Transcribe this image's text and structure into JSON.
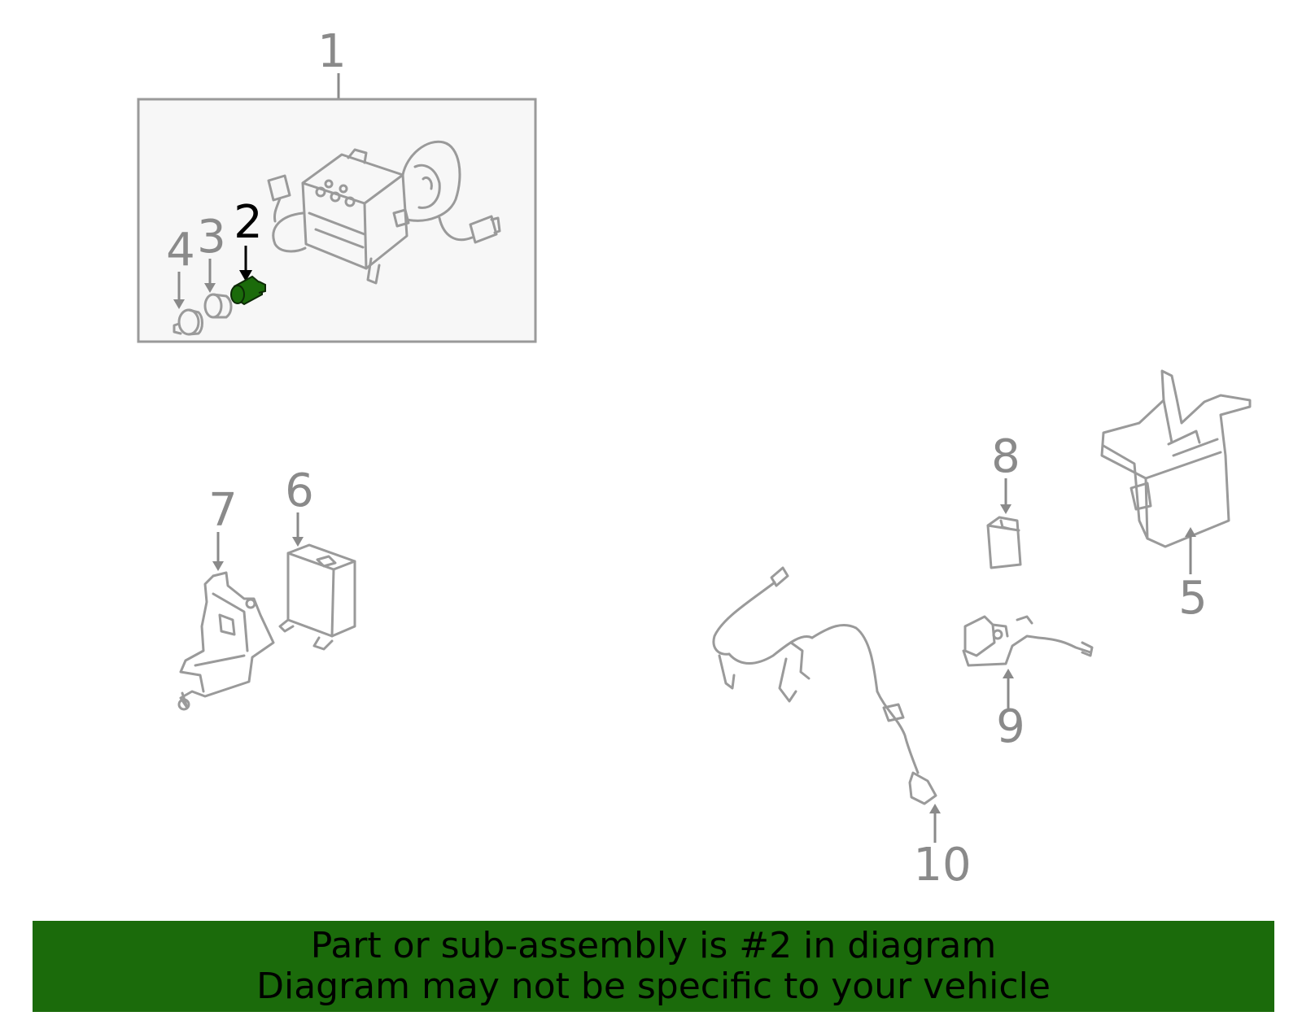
{
  "callouts": [
    {
      "id": "1",
      "text": "1"
    },
    {
      "id": "2",
      "text": "2",
      "highlighted": true
    },
    {
      "id": "3",
      "text": "3"
    },
    {
      "id": "4",
      "text": "4"
    },
    {
      "id": "5",
      "text": "5"
    },
    {
      "id": "6",
      "text": "6"
    },
    {
      "id": "7",
      "text": "7"
    },
    {
      "id": "8",
      "text": "8"
    },
    {
      "id": "9",
      "text": "9"
    },
    {
      "id": "10",
      "text": "10"
    }
  ],
  "banner": {
    "line1": "Part or sub-assembly is #2 in diagram",
    "line2": "Diagram may not be specific to your vehicle",
    "background_color": "#1b6b0b",
    "text_color": "#000000"
  },
  "colors": {
    "linework": "#9a9a9a",
    "highlight_part": "#1b6b0b",
    "highlight_label": "#000000",
    "box_fill": "#f7f7f7"
  }
}
